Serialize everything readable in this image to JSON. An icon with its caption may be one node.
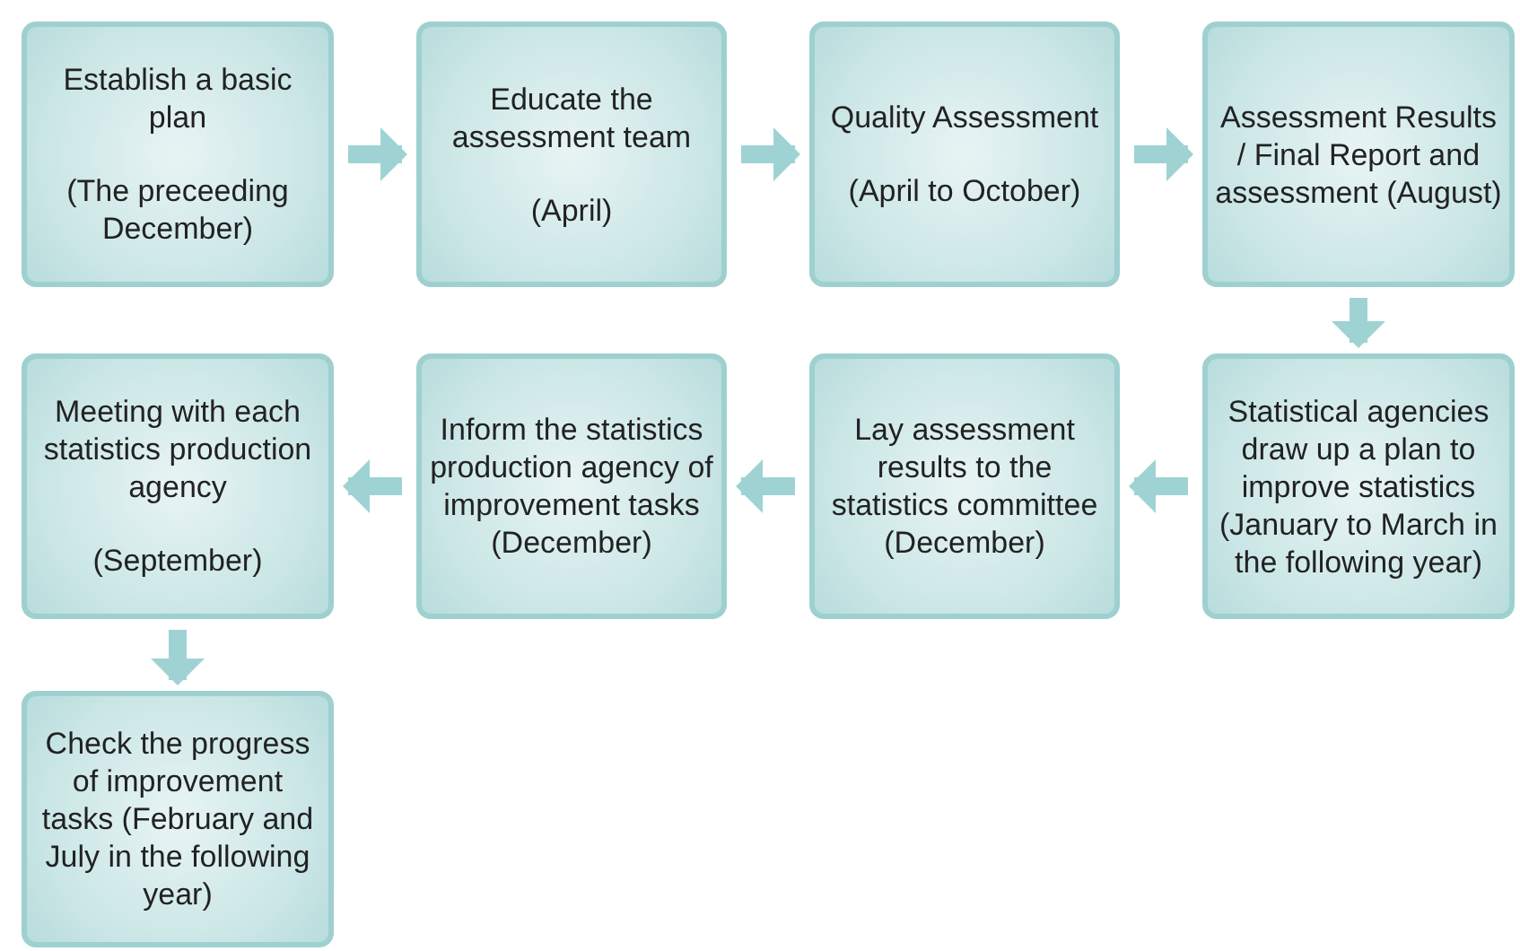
{
  "diagram": {
    "nodes": [
      {
        "text": [
          "Establish a basic plan",
          "(The preceeding December)"
        ]
      },
      {
        "text": [
          "Educate the assessment team",
          "(April)"
        ]
      },
      {
        "text": [
          "Quality Assessment",
          "(April to October)"
        ]
      },
      {
        "text": [
          "Assessment Results / Final Report and assessment (August)"
        ]
      },
      {
        "text": [
          "Statistical agencies draw up a plan to improve statistics (January to March in the following year)"
        ]
      },
      {
        "text": [
          "Lay assessment results to the statistics committee (December)"
        ]
      },
      {
        "text": [
          "Inform the statistics production agency of improvement tasks (December)"
        ]
      },
      {
        "text": [
          "Meeting with each statistics production agency",
          "(September)"
        ]
      },
      {
        "text": [
          "Check the progress of improvement tasks (February and July in the following year)"
        ]
      }
    ],
    "edges": [
      {
        "from": 0,
        "to": 1,
        "arrow": "to"
      },
      {
        "from": 1,
        "to": 2,
        "arrow": "to"
      },
      {
        "from": 2,
        "to": 3,
        "arrow": "to"
      },
      {
        "from": 3,
        "to": 4,
        "arrow": "to"
      },
      {
        "from": 4,
        "to": 5,
        "arrow": "to"
      },
      {
        "from": 5,
        "to": 6,
        "arrow": "to"
      },
      {
        "from": 6,
        "to": 7,
        "arrow": "to"
      },
      {
        "from": 7,
        "to": 8,
        "arrow": "to"
      }
    ]
  }
}
